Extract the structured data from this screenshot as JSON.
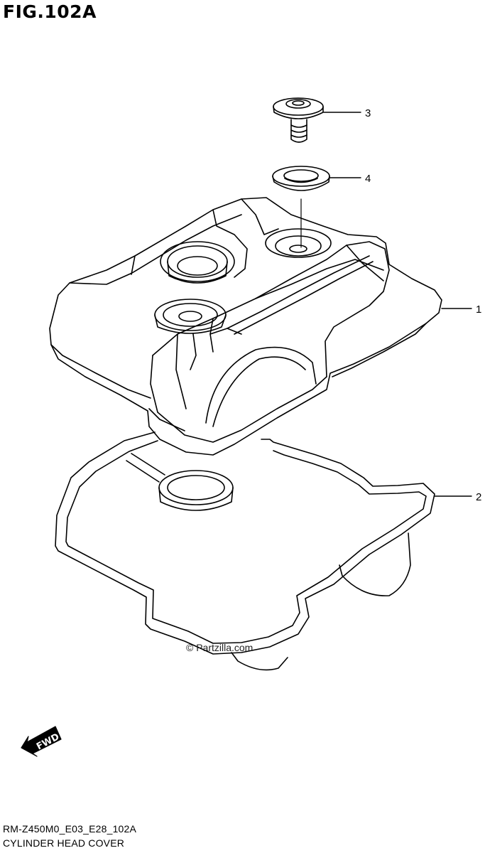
{
  "figure": {
    "title": "FIG.102A",
    "code": "RM-Z450M0_E03_E28_102A",
    "name": "CYLINDER HEAD COVER"
  },
  "callouts": [
    {
      "id": "bolt",
      "number": "3"
    },
    {
      "id": "washer",
      "number": "4"
    },
    {
      "id": "cover",
      "number": "1"
    },
    {
      "id": "gasket",
      "number": "2"
    }
  ],
  "watermark": "© Partzilla.com",
  "direction_marker": {
    "label": "FWD",
    "icon": "fwd-arrow-icon"
  },
  "colors": {
    "line": "#000000",
    "background": "#ffffff"
  }
}
